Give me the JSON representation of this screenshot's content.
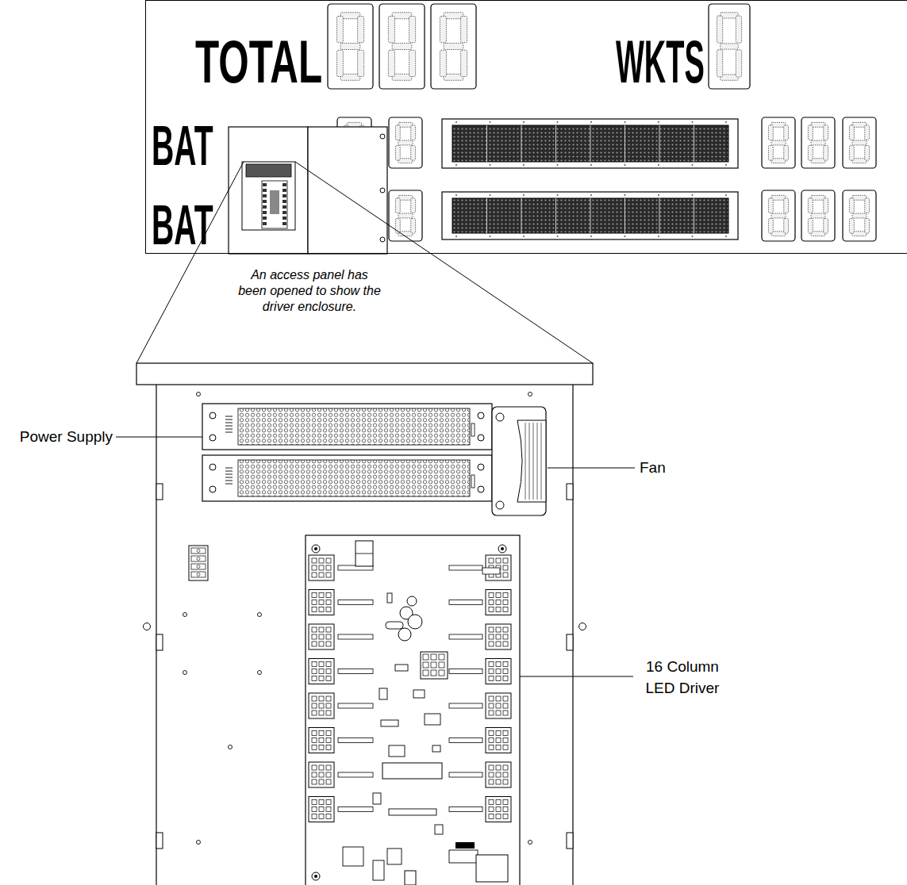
{
  "diagram": {
    "nodes": [
      {
        "text": [
          "TOTAL",
          "WKTS",
          "BAT",
          "BAT"
        ]
      }
    ],
    "labels": [
      "An access panel has been opened to show the driver enclosure.",
      "Power Supply",
      "Fan",
      "16 Column LED Driver"
    ]
  }
}
